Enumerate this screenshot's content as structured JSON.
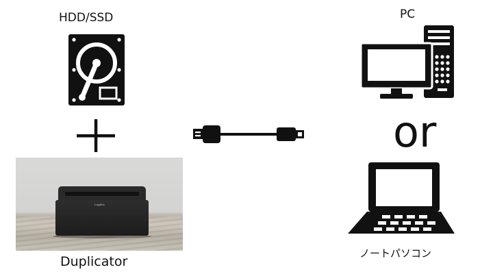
{
  "labels": {
    "hdd_ssd": "HDD/SSD",
    "pc": "PC",
    "or": "or",
    "duplicator": "Duplicator",
    "notebook": "ノートパソコン"
  },
  "photo": {
    "brand": "Logitec"
  },
  "icons": {
    "hdd": "hard-drive-icon",
    "plus": "plus-icon",
    "cable": "usb-cable-icon",
    "pc": "desktop-pc-icon",
    "laptop": "laptop-icon"
  },
  "colors": {
    "icon": "#111111",
    "background": "#ffffff"
  }
}
